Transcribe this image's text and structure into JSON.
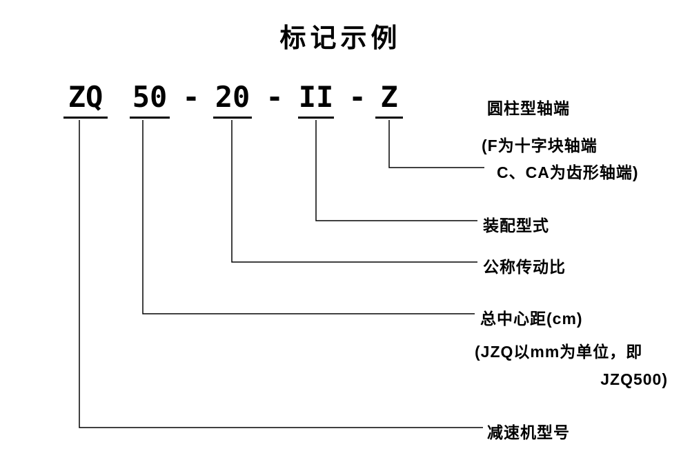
{
  "title": "标记示例",
  "code": {
    "model_prefix": "ZQ",
    "center_distance": "50",
    "dash1": "-",
    "ratio": "20",
    "dash2": "-",
    "assembly": "II",
    "dash3": "-",
    "shaft": "Z"
  },
  "labels": {
    "shaft_end": [
      "圆柱型轴端",
      "(F为十字块轴端",
      "C、CA为齿形轴端)"
    ],
    "assembly_type": "装配型式",
    "nominal_ratio": "公称传动比",
    "center_distance": [
      "总中心距(cm)",
      "(JZQ以mm为单位，即",
      "JZQ500)"
    ],
    "reducer_model": "减速机型号"
  }
}
